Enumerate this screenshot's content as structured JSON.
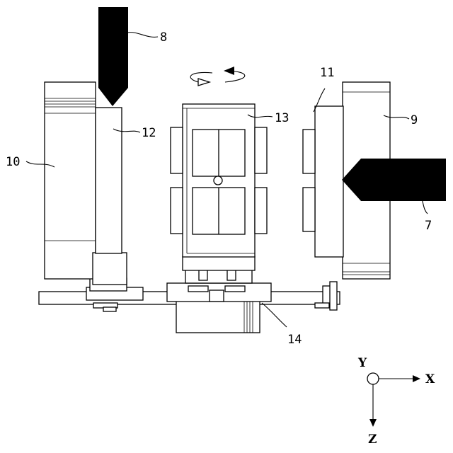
{
  "labels": {
    "l7": "7",
    "l8": "8",
    "l9": "9",
    "l10": "10",
    "l11": "11",
    "l12": "12",
    "l13": "13",
    "l14": "14"
  },
  "axes": {
    "x": "X",
    "y": "Y",
    "z": "Z"
  }
}
